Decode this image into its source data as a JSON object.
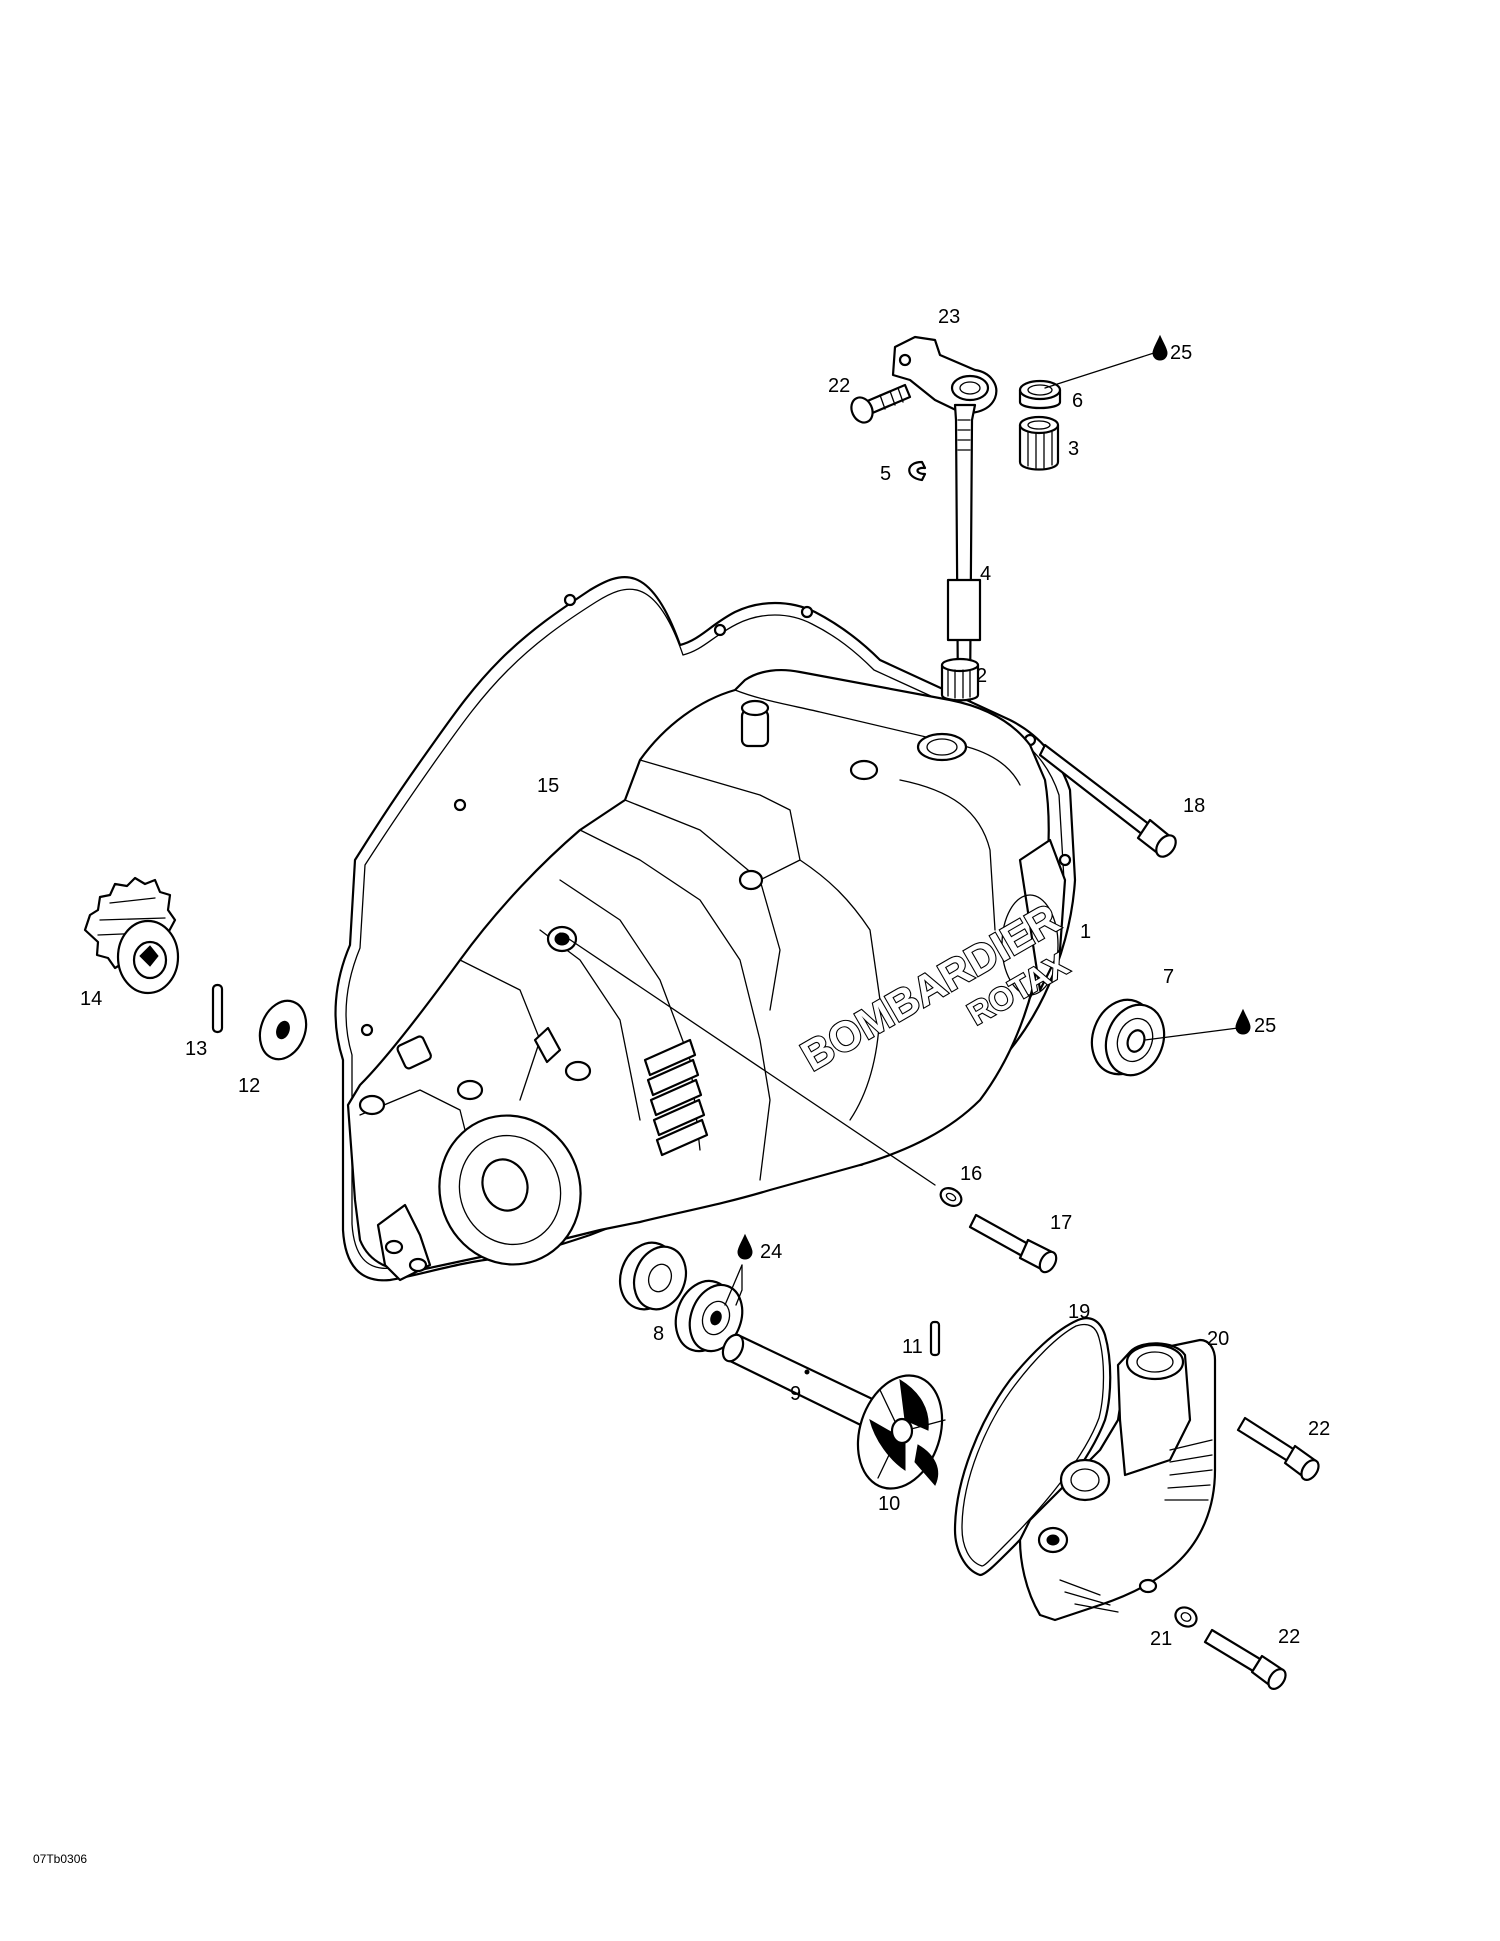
{
  "figure_code": "07Tb0306",
  "brand_logo": {
    "line1": "BOMBARDIER",
    "line2": "ROTAX"
  },
  "oil_symbol": "oil-drop-icon",
  "callouts": [
    {
      "id": "c23",
      "label": "23"
    },
    {
      "id": "c25a",
      "label": "25"
    },
    {
      "id": "c22a",
      "label": "22"
    },
    {
      "id": "c6",
      "label": "6"
    },
    {
      "id": "c3",
      "label": "3"
    },
    {
      "id": "c5",
      "label": "5"
    },
    {
      "id": "c4",
      "label": "4"
    },
    {
      "id": "c2",
      "label": "2"
    },
    {
      "id": "c15",
      "label": "15"
    },
    {
      "id": "c18",
      "label": "18"
    },
    {
      "id": "c1",
      "label": "1"
    },
    {
      "id": "c14",
      "label": "14"
    },
    {
      "id": "c13",
      "label": "13"
    },
    {
      "id": "c12",
      "label": "12"
    },
    {
      "id": "c7",
      "label": "7"
    },
    {
      "id": "c25b",
      "label": "25"
    },
    {
      "id": "c16",
      "label": "16"
    },
    {
      "id": "c17",
      "label": "17"
    },
    {
      "id": "c24",
      "label": "24"
    },
    {
      "id": "c8",
      "label": "8"
    },
    {
      "id": "c19",
      "label": "19"
    },
    {
      "id": "c20",
      "label": "20"
    },
    {
      "id": "c11",
      "label": "11"
    },
    {
      "id": "c9",
      "label": "9"
    },
    {
      "id": "c22b",
      "label": "22"
    },
    {
      "id": "c10",
      "label": "10"
    },
    {
      "id": "c21",
      "label": "21"
    },
    {
      "id": "c22c",
      "label": "22"
    }
  ]
}
